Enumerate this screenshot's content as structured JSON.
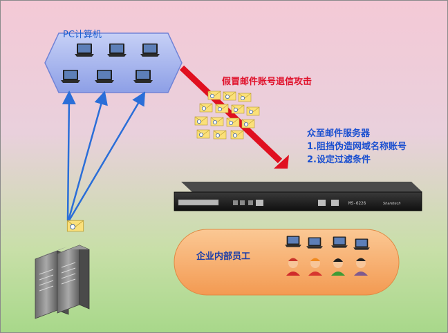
{
  "labels": {
    "pc_group": "PC计算机",
    "attack": "假冒邮件账号退信攻击",
    "server_title": "众至邮件服务器",
    "server_step1": "1.阻挡伪造网域名称账号",
    "server_step2": "2.设定过滤条件",
    "staff": "企业内部员工"
  },
  "device": {
    "model": "MS-6226",
    "brand": "Sharetech"
  },
  "icons": {
    "pcs": [
      "laptop-icon",
      "laptop-icon",
      "laptop-icon",
      "laptop-icon",
      "laptop-icon",
      "laptop-icon"
    ],
    "staff": [
      "laptop-icon",
      "laptop-icon",
      "laptop-icon",
      "laptop-icon",
      "person-icon",
      "person-icon",
      "person-icon",
      "person-icon"
    ]
  },
  "colors": {
    "attack_arrow": "#e01020",
    "send_arrow": "#2a6ed8",
    "pc_group_fill": "#a9b8ef",
    "staff_fill": "#f6b276"
  }
}
